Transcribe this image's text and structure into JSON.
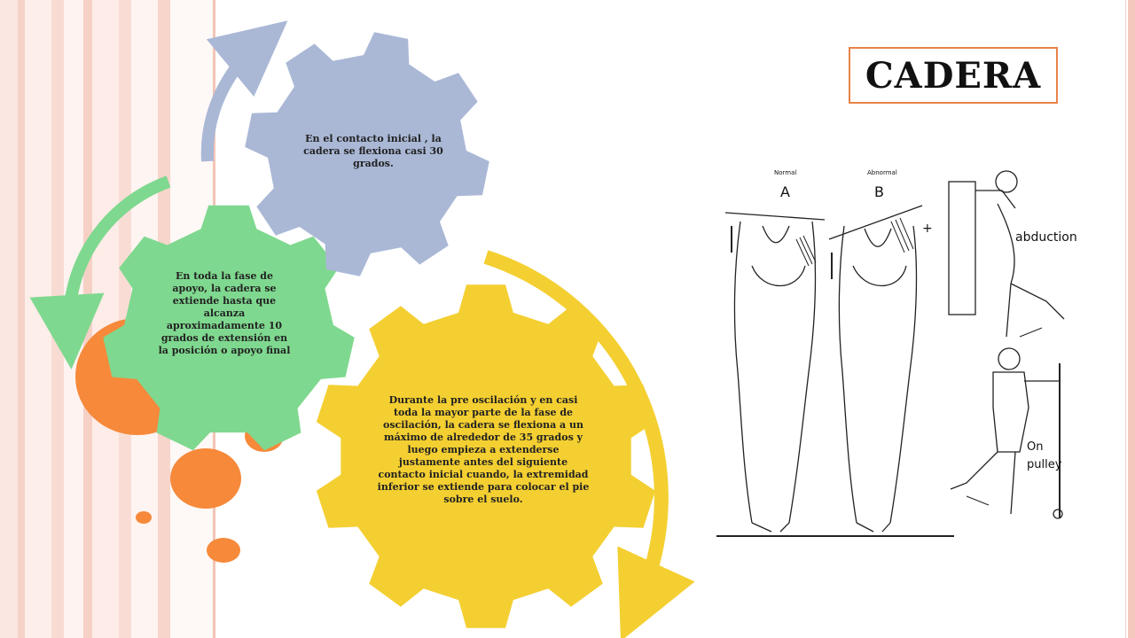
{
  "slide": {
    "title": "CADERA"
  },
  "colors": {
    "gear_top": "#aab8d6",
    "gear_left": "#7fd88f",
    "gear_bottom": "#f4cf31",
    "bubble": "#f6893a",
    "title_border": "#e8834a",
    "sidebar_stripes": "#f4c9bd"
  },
  "gears": [
    {
      "text": "En el contacto inicial , la cadera se flexiona casi 30 grados."
    },
    {
      "text": "En toda la fase de apoyo, la cadera se extiende hasta que alcanza aproximadamente 10 grados de extensión en la posición o apoyo final"
    },
    {
      "text": "Durante la pre oscilación y en casi toda la mayor parte de la fase de oscilación, la cadera se flexiona a un máximo de alrededor de 35 grados y luego empieza a extenderse justamente antes del siguiente contacto inicial cuando, la extremidad inferior se extiende para colocar el pie sobre el suelo."
    }
  ],
  "illustration": {
    "labels": [
      "Normal",
      "A",
      "Abnormal",
      "B",
      "+",
      "abduction",
      "On",
      "pulley"
    ]
  }
}
